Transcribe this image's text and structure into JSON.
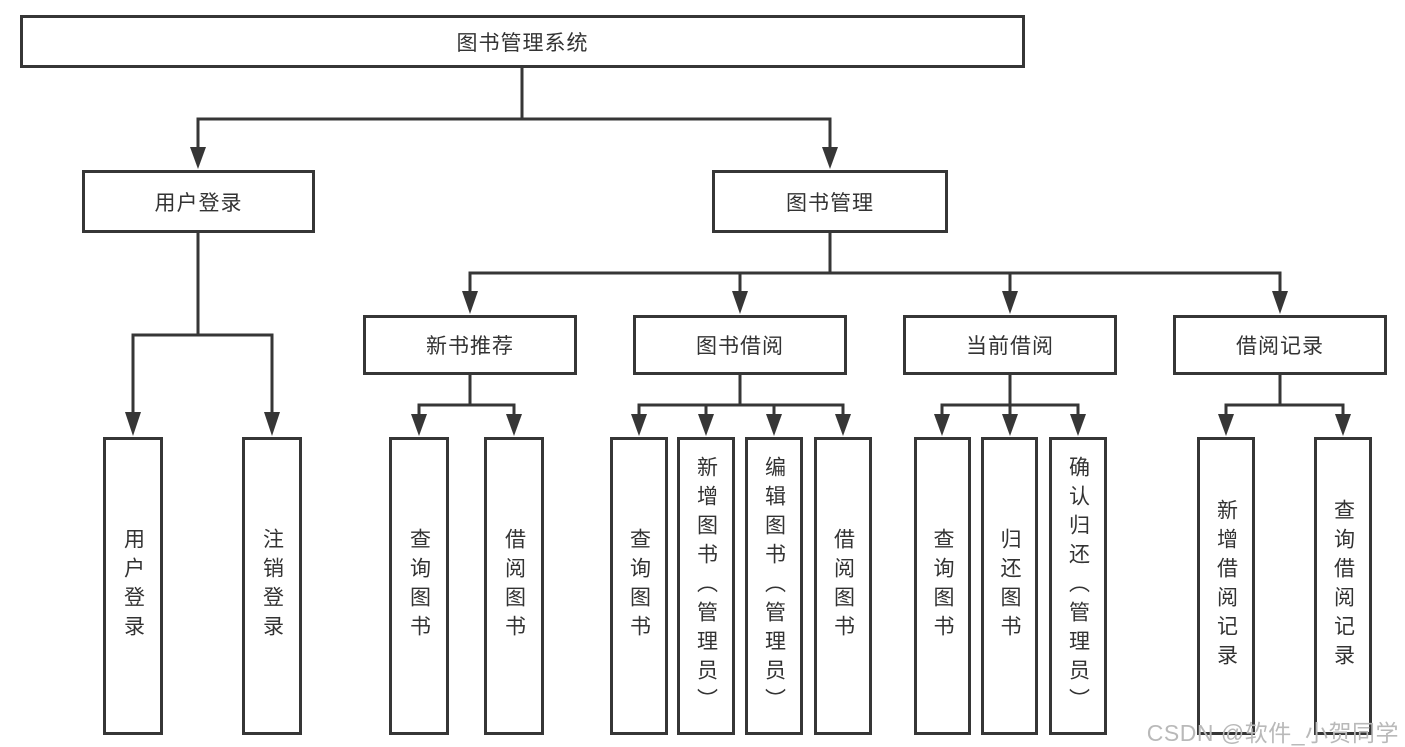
{
  "colors": {
    "line": "#363636",
    "text": "#333333",
    "background": "#ffffff",
    "watermark": "#b9b9b9"
  },
  "watermark": {
    "text": "CSDN @软件_小贺同学"
  },
  "tree": {
    "root": {
      "label": "图书管理系统"
    },
    "children": [
      {
        "label": "用户登录",
        "children": [
          {
            "label": "用户登录"
          },
          {
            "label": "注销登录"
          }
        ]
      },
      {
        "label": "图书管理",
        "children": [
          {
            "label": "新书推荐",
            "children": [
              {
                "label": "查询图书"
              },
              {
                "label": "借阅图书"
              }
            ]
          },
          {
            "label": "图书借阅",
            "children": [
              {
                "label": "查询图书"
              },
              {
                "label": "新增图书（管理员）"
              },
              {
                "label": "编辑图书（管理员）"
              },
              {
                "label": "借阅图书"
              }
            ]
          },
          {
            "label": "当前借阅",
            "children": [
              {
                "label": "查询图书"
              },
              {
                "label": "归还图书"
              },
              {
                "label": "确认归还（管理员）"
              }
            ]
          },
          {
            "label": "借阅记录",
            "children": [
              {
                "label": "新增借阅记录"
              },
              {
                "label": "查询借阅记录"
              }
            ]
          }
        ]
      }
    ]
  }
}
